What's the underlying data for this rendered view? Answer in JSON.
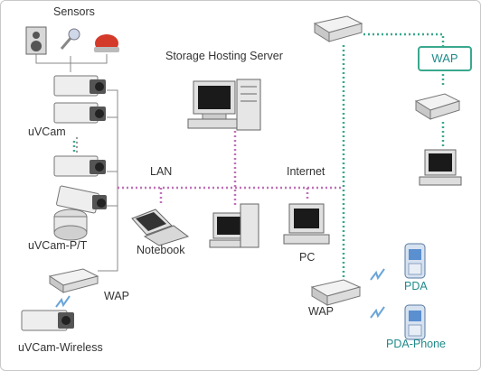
{
  "labels": {
    "sensors": "Sensors",
    "storage_server": "Storage Hosting Server",
    "uvcam": "uVCam",
    "uvcam_pt": "uVCam-P/T",
    "lan": "LAN",
    "internet": "Internet",
    "notebook": "Notebook",
    "pc": "PC",
    "wap_left": "WAP",
    "wap_right_box": "WAP",
    "wap_bottom": "WAP",
    "uvcam_wireless": "uVCam-Wireless",
    "pda": "PDA",
    "pda_phone": "PDA-Phone"
  },
  "colors": {
    "lan_line": "#c070b8",
    "wan_line": "#3aa88e",
    "wired_line": "#888888",
    "teal_text": "#1f8a8a"
  }
}
